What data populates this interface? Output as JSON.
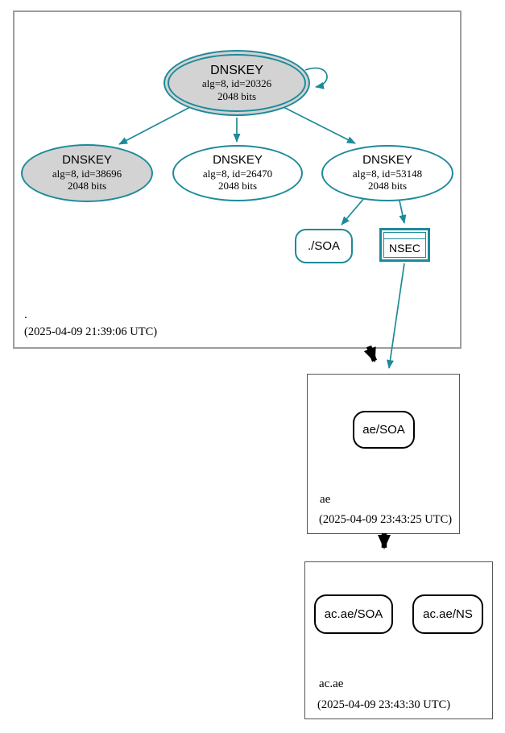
{
  "colors": {
    "teal": "#1d8a99",
    "node_fill": "#d3d3d3",
    "root_box_border": "#9d9d9d",
    "child_box_border": "#555555"
  },
  "zones": {
    "root": {
      "label": ".",
      "timestamp": "(2025-04-09 21:39:06 UTC)",
      "dnskeys": {
        "ksk": {
          "title": "DNSKEY",
          "detail": "alg=8, id=20326",
          "bits": "2048 bits"
        },
        "k1": {
          "title": "DNSKEY",
          "detail": "alg=8, id=38696",
          "bits": "2048 bits"
        },
        "k2": {
          "title": "DNSKEY",
          "detail": "alg=8, id=26470",
          "bits": "2048 bits"
        },
        "k3": {
          "title": "DNSKEY",
          "detail": "alg=8, id=53148",
          "bits": "2048 bits"
        }
      },
      "soa": {
        "label": "./SOA"
      },
      "nsec": {
        "label": "NSEC"
      }
    },
    "ae": {
      "label": "ae",
      "timestamp": "(2025-04-09 23:43:25 UTC)",
      "soa": {
        "label": "ae/SOA"
      }
    },
    "ac_ae": {
      "label": "ac.ae",
      "timestamp": "(2025-04-09 23:43:30 UTC)",
      "soa": {
        "label": "ac.ae/SOA"
      },
      "ns": {
        "label": "ac.ae/NS"
      }
    }
  }
}
